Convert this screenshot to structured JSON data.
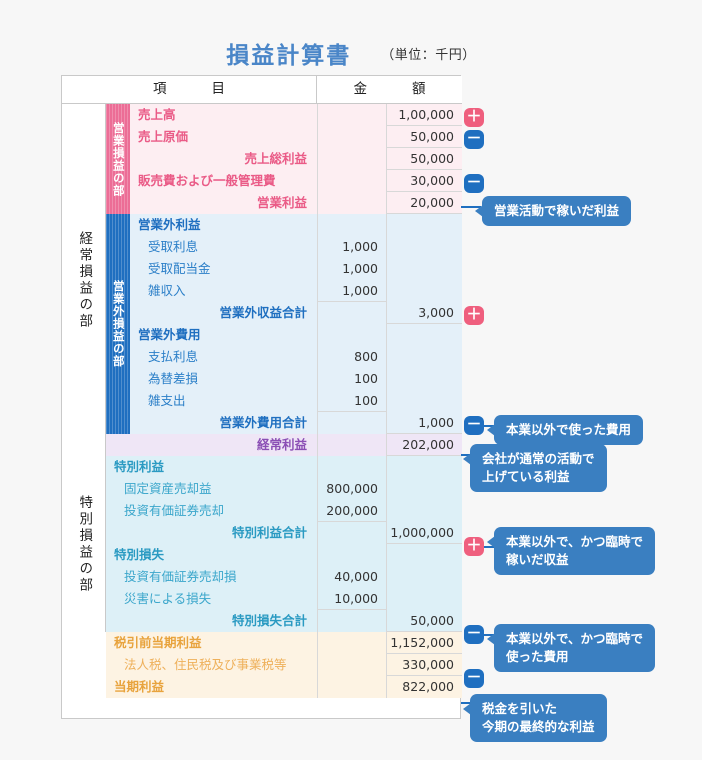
{
  "header": {
    "title": "損益計算書",
    "unit": "（単位：千円）"
  },
  "table": {
    "col_item": "項　　目",
    "col_amount": "金　　額"
  },
  "sections": [
    {
      "outer_label": "経常損益の部",
      "inner_label_1": "営業損益の部",
      "inner_label_2": "営業外損益の部"
    },
    {
      "outer_label": "特別損益の部"
    }
  ],
  "rows": [
    {
      "label": "売上高",
      "sub": "",
      "amount": "1,00,000",
      "sign": "plus"
    },
    {
      "label": "売上原価",
      "sub": "",
      "amount": "50,000",
      "sign": "minus"
    },
    {
      "label": "売上総利益",
      "sub": "",
      "amount": "50,000",
      "sign": ""
    },
    {
      "label": "販売費および一般管理費",
      "sub": "",
      "amount": "30,000",
      "sign": "minus"
    },
    {
      "label": "営業利益",
      "sub": "",
      "amount": "20,000",
      "sign": ""
    },
    {
      "label": "営業外利益",
      "sub": "",
      "amount": "",
      "sign": ""
    },
    {
      "label": "受取利息",
      "sub": "1,000",
      "amount": "",
      "sign": ""
    },
    {
      "label": "受取配当金",
      "sub": "1,000",
      "amount": "",
      "sign": ""
    },
    {
      "label": "雑収入",
      "sub": "1,000",
      "amount": "",
      "sign": ""
    },
    {
      "label": "営業外収益合計",
      "sub": "",
      "amount": "3,000",
      "sign": "plus"
    },
    {
      "label": "営業外費用",
      "sub": "",
      "amount": "",
      "sign": ""
    },
    {
      "label": "支払利息",
      "sub": "800",
      "amount": "",
      "sign": ""
    },
    {
      "label": "為替差損",
      "sub": "100",
      "amount": "",
      "sign": ""
    },
    {
      "label": "雑支出",
      "sub": "100",
      "amount": "",
      "sign": ""
    },
    {
      "label": "営業外費用合計",
      "sub": "",
      "amount": "1,000",
      "sign": "minus"
    },
    {
      "label": "経常利益",
      "sub": "",
      "amount": "202,000",
      "sign": ""
    },
    {
      "label": "特別利益",
      "sub": "",
      "amount": "",
      "sign": ""
    },
    {
      "label": "固定資産売却益",
      "sub": "800,000",
      "amount": "",
      "sign": ""
    },
    {
      "label": "投資有価証券売却",
      "sub": "200,000",
      "amount": "",
      "sign": ""
    },
    {
      "label": "特別利益合計",
      "sub": "",
      "amount": "1,000,000",
      "sign": "plus"
    },
    {
      "label": "特別損失",
      "sub": "",
      "amount": "",
      "sign": ""
    },
    {
      "label": "投資有価証券売却損",
      "sub": "40,000",
      "amount": "",
      "sign": ""
    },
    {
      "label": "災害による損失",
      "sub": "10,000",
      "amount": "",
      "sign": ""
    },
    {
      "label": "特別損失合計",
      "sub": "",
      "amount": "50,000",
      "sign": "minus"
    },
    {
      "label": "税引前当期利益",
      "sub": "",
      "amount": "1,152,000",
      "sign": ""
    },
    {
      "label": "法人税、住民税及び事業税等",
      "sub": "",
      "amount": "330,000",
      "sign": "minus"
    },
    {
      "label": "当期利益",
      "sub": "",
      "amount": "822,000",
      "sign": ""
    }
  ],
  "callouts": [
    {
      "text": "営業活動で稼いだ利益"
    },
    {
      "text": "本業以外で使った費用"
    },
    {
      "text": "会社が通常の活動で\n上げている利益"
    },
    {
      "text": "本業以外で、かつ臨時で\n稼いだ収益"
    },
    {
      "text": "本業以外で、かつ臨時で\n使った費用"
    },
    {
      "text": "税金を引いた\n今期の最終的な利益"
    }
  ],
  "badge_glyphs": {
    "plus": "＋",
    "minus": "－"
  },
  "colors": {
    "title": "#4a86c8",
    "pink": "#ea5b87",
    "blue": "#1f6fc0",
    "purple": "#8b4fb5",
    "cyan": "#2a9ac2",
    "orange": "#e8a33d",
    "callout_bg": "#3a7fc1"
  }
}
